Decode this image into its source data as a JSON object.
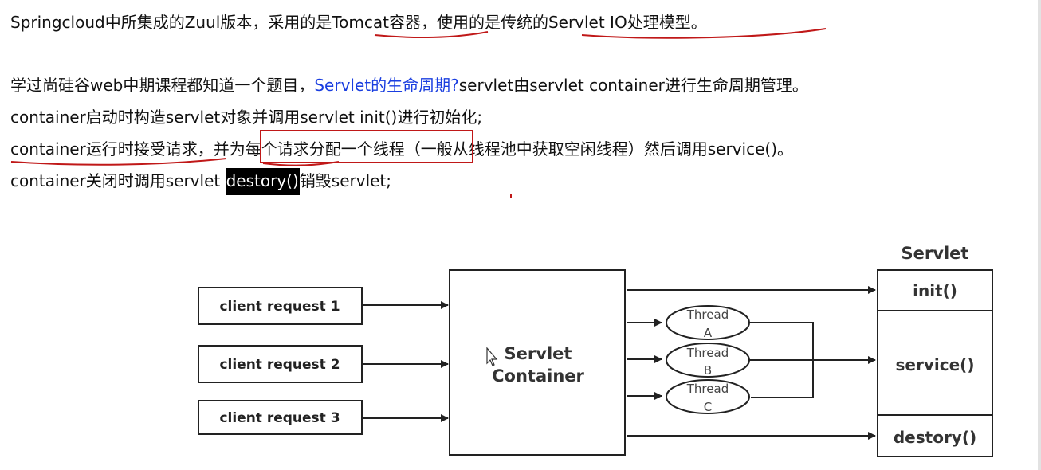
{
  "text": {
    "line1": "Springcloud中所集成的Zuul版本，采用的是Tomcat容器，使用的是传统的Servlet IO处理模型。",
    "line2": {
      "pre": "学过尚硅谷web中期课程都知道一个题目，",
      "link": "Servlet的生命周期?",
      "post": "servlet由servlet container进行生命周期管理。"
    },
    "line3": "container启动时构造servlet对象并调用servlet init()进行初始化;",
    "line4": {
      "a": "container运行时接受请求，并",
      "b": "为每个请求分配一个线程",
      "c": "（一般从线程池中获取空闲线程）然后调用service()。"
    },
    "line5": {
      "pre": "container关闭时调用servlet ",
      "highlight": "destory()",
      "post": "销毁servlet;"
    }
  },
  "diagram": {
    "requests": [
      "client request 1",
      "client request 2",
      "client request 3"
    ],
    "container": [
      "Servlet",
      "Container"
    ],
    "threads": [
      {
        "top": "Thread",
        "bottom": "A"
      },
      {
        "top": "Thread",
        "bottom": "B"
      },
      {
        "top": "Thread",
        "bottom": "C"
      }
    ],
    "servlet_title": "Servlet",
    "methods": [
      "init()",
      "service()",
      "destory()"
    ]
  },
  "annotation_color": "#c01818",
  "accent_color": "#1a3ee0",
  "icons": {
    "cursor": "mouse-cursor-icon"
  }
}
